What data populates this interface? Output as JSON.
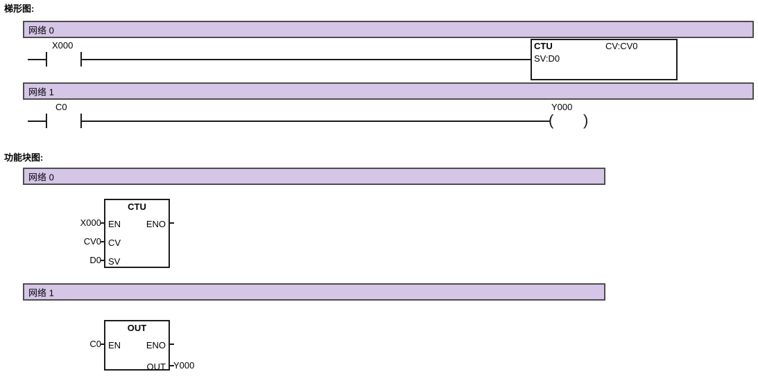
{
  "page": {
    "ladder_section_title": "梯形图:",
    "fbd_section_title": "功能块图:"
  },
  "colors": {
    "network_bar_fill": "#d5c6e8",
    "network_bar_border": "#4c4c4c",
    "line": "#1a1a1a",
    "background": "#ffffff"
  },
  "ladder": {
    "networks": [
      {
        "label": "网络 0",
        "contacts": [
          {
            "name": "X000",
            "type": "normally-open"
          }
        ],
        "instruction_block": {
          "name": "CTU",
          "output_text": "CV:CV0",
          "input_text": "SV:D0"
        }
      },
      {
        "label": "网络 1",
        "contacts": [
          {
            "name": "C0",
            "type": "normally-open"
          }
        ],
        "coil": {
          "name": "Y000",
          "open_paren": "(",
          "close_paren": ")"
        }
      }
    ]
  },
  "fbd": {
    "networks": [
      {
        "label": "网络 0",
        "block": {
          "title": "CTU",
          "inputs": [
            {
              "pin": "EN",
              "arg": "X000"
            },
            {
              "pin": "CV",
              "arg": "CV0"
            },
            {
              "pin": "SV",
              "arg": "D0"
            }
          ],
          "outputs": [
            {
              "pin": "ENO",
              "arg": ""
            }
          ]
        }
      },
      {
        "label": "网络 1",
        "block": {
          "title": "OUT",
          "inputs": [
            {
              "pin": "EN",
              "arg": "C0"
            }
          ],
          "outputs": [
            {
              "pin": "ENO",
              "arg": ""
            },
            {
              "pin": "OUT",
              "arg": "Y000"
            }
          ]
        }
      }
    ]
  }
}
